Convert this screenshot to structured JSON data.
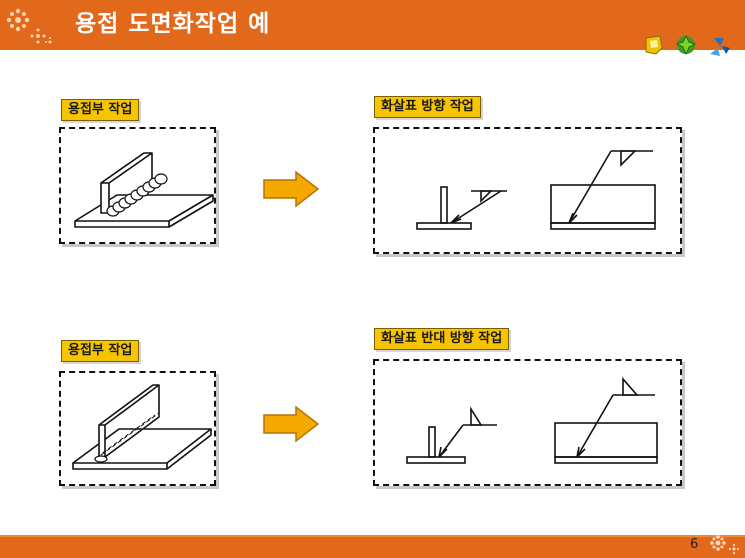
{
  "slide": {
    "title": "용접 도면화작업 예",
    "page_number": "6"
  },
  "row1": {
    "left_label": "용접부 작업",
    "right_label": "화살표 방향 작업"
  },
  "row2": {
    "left_label": "용접부 작업",
    "right_label": "화살표 반대 방향 작업"
  },
  "colors": {
    "header": "#E2681B",
    "label_bg": "#F7C400",
    "arrow_fill": "#F5A800"
  }
}
